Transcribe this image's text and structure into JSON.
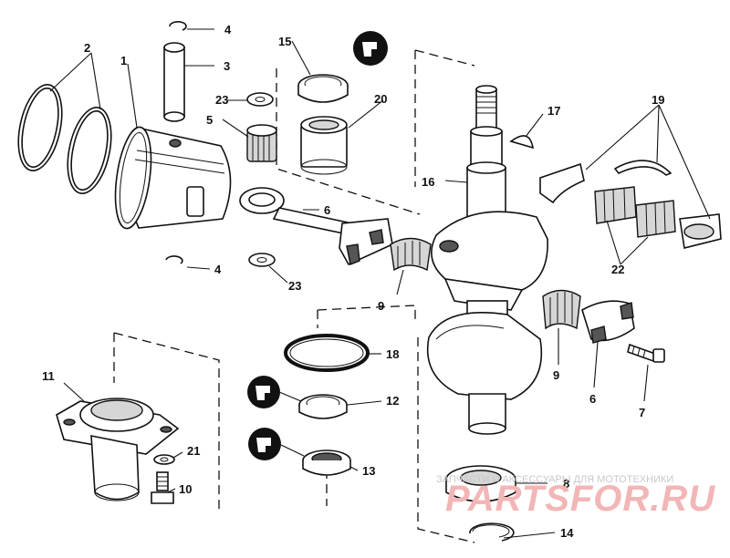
{
  "callouts": {
    "c1": "1",
    "c2": "2",
    "c3": "3",
    "c4a": "4",
    "c4b": "4",
    "c5": "5",
    "c6a": "6",
    "c6b": "6",
    "c7": "7",
    "c8": "8",
    "c9a": "9",
    "c9b": "9",
    "c10": "10",
    "c11": "11",
    "c12": "12",
    "c13": "13",
    "c14": "14",
    "c15": "15",
    "c16": "16",
    "c17": "17",
    "c18": "18",
    "c19": "19",
    "c20": "20",
    "c21": "21",
    "c22": "22",
    "c23a": "23",
    "c23b": "23"
  },
  "watermark": {
    "caption": "ЗАПЧАСТИ И АКСЕССУАРЫ ДЛЯ МОТОТЕХНИКИ",
    "logo": "PARTSFOR.RU"
  },
  "colors": {
    "line": "#111111",
    "watermark": "#f2b6b6"
  }
}
